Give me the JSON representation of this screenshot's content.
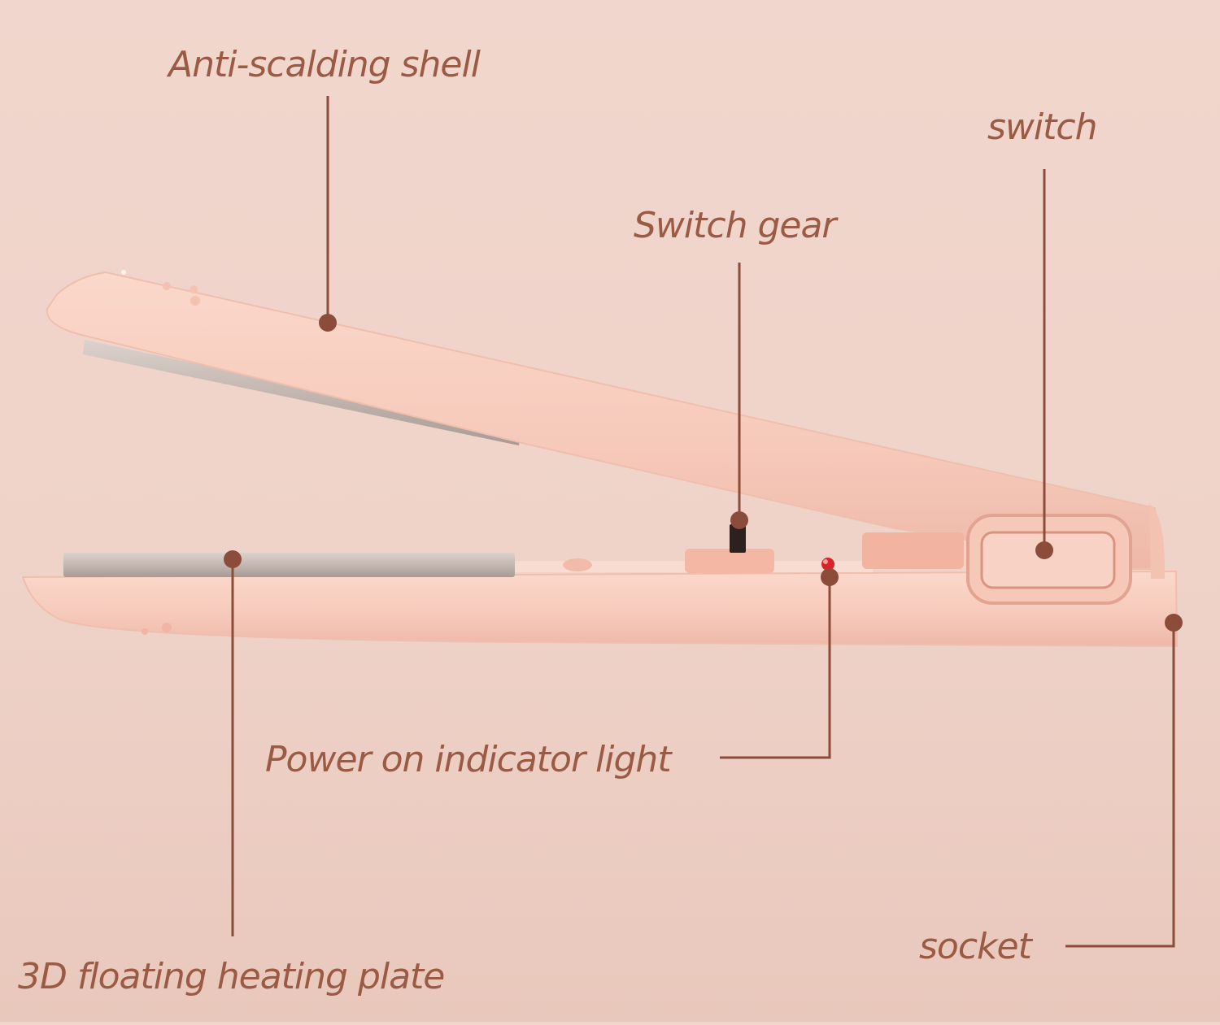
{
  "colors": {
    "background": "#f0d5cb",
    "label_text": "#9a5a44",
    "leader_line": "#8b4d3a",
    "device_body": "#f6cbbd",
    "device_shadow": "#eab3a2",
    "plate": "#c9bcb6",
    "indicator_light": "#d8232a"
  },
  "labels": {
    "shell": "Anti-scalding shell",
    "switch": "switch",
    "gear": "Switch gear",
    "power": "Power on indicator light",
    "socket": "socket",
    "plate": "3D floating heating plate"
  }
}
